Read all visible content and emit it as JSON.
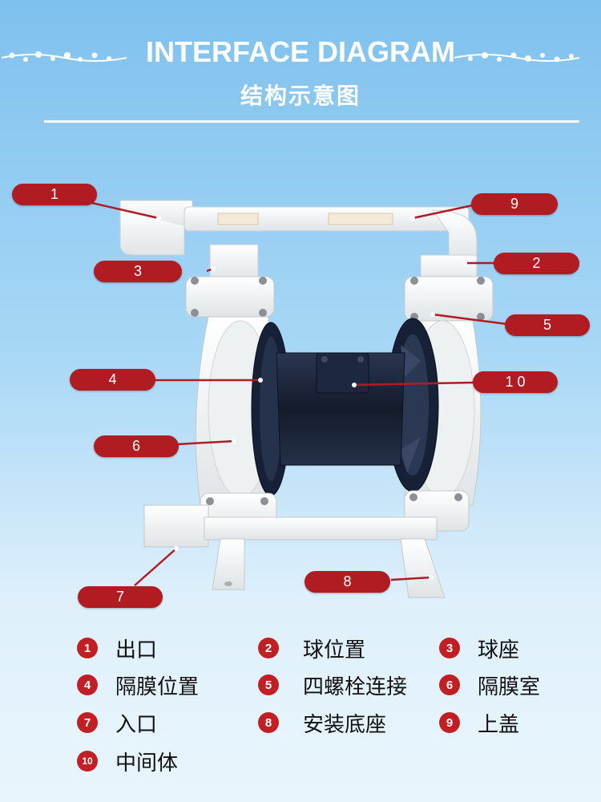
{
  "header": {
    "title": "INTERFACE DIAGRAM",
    "subtitle": "结构示意图"
  },
  "colors": {
    "callout": "#b01c22",
    "badge": "#c21f24",
    "background_top": "#7ec1ee",
    "background_bottom": "#e9f5fc",
    "pump_body": "#f4f5f3",
    "center_body": "#1b2433"
  },
  "callouts": [
    {
      "id": "1",
      "label": "1"
    },
    {
      "id": "9",
      "label": "9"
    },
    {
      "id": "3",
      "label": "3"
    },
    {
      "id": "2",
      "label": "2"
    },
    {
      "id": "5",
      "label": "5"
    },
    {
      "id": "4",
      "label": "4"
    },
    {
      "id": "10",
      "label": "1 0"
    },
    {
      "id": "6",
      "label": "6"
    },
    {
      "id": "8",
      "label": "8"
    },
    {
      "id": "7",
      "label": "7"
    }
  ],
  "legend": [
    {
      "num": "1",
      "text": "出口"
    },
    {
      "num": "2",
      "text": "球位置"
    },
    {
      "num": "3",
      "text": "球座"
    },
    {
      "num": "4",
      "text": "隔膜位置"
    },
    {
      "num": "5",
      "text": "四螺栓连接"
    },
    {
      "num": "6",
      "text": "隔膜室"
    },
    {
      "num": "7",
      "text": "入口"
    },
    {
      "num": "8",
      "text": "安装底座"
    },
    {
      "num": "9",
      "text": "上盖"
    },
    {
      "num": "10",
      "text": "中间体"
    }
  ]
}
